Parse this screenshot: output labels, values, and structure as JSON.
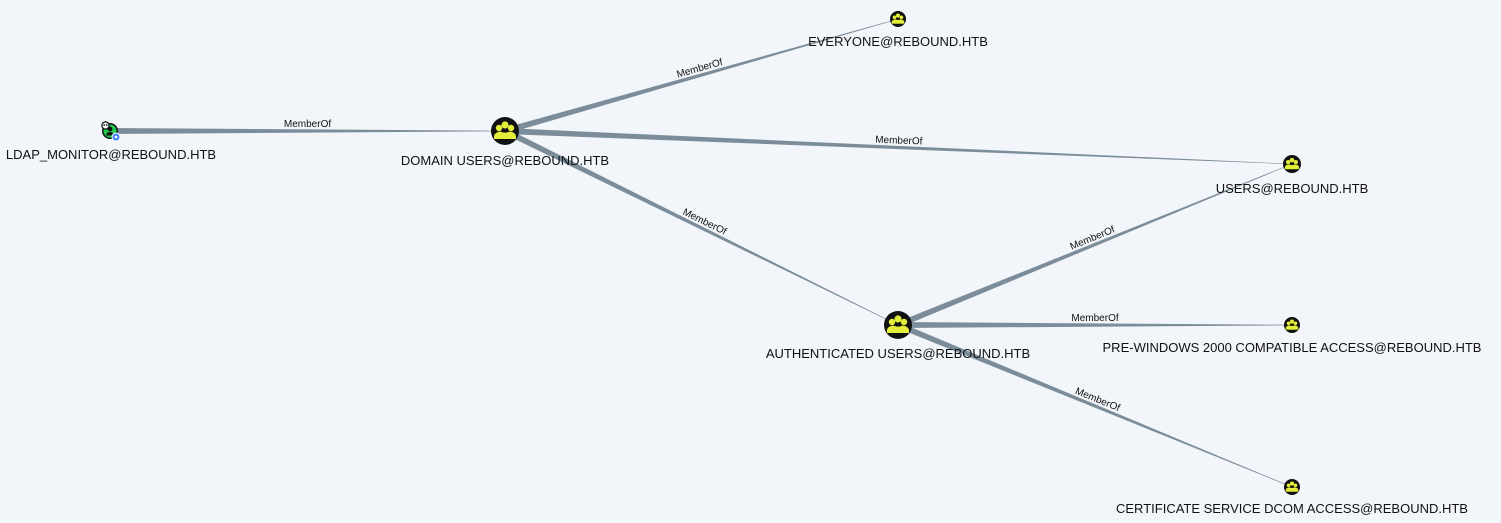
{
  "graph": {
    "colors": {
      "background": "#f2f5f9",
      "edge": "#7b8d9a",
      "group_fill": "#e3ee3a",
      "group_ring": "#111111",
      "user_fill": "#1fcc4e",
      "user_badge": "#3b82f6"
    },
    "nodes": [
      {
        "id": "ldap_monitor",
        "label": "LDAP_MONITOR@REBOUND.HTB",
        "kind": "user",
        "icon": "user-icon"
      },
      {
        "id": "domain_users",
        "label": "DOMAIN USERS@REBOUND.HTB",
        "kind": "group",
        "icon": "group-icon"
      },
      {
        "id": "everyone",
        "label": "EVERYONE@REBOUND.HTB",
        "kind": "group",
        "icon": "group-icon"
      },
      {
        "id": "users",
        "label": "USERS@REBOUND.HTB",
        "kind": "group",
        "icon": "group-icon"
      },
      {
        "id": "authenticated_users",
        "label": "AUTHENTICATED USERS@REBOUND.HTB",
        "kind": "group",
        "icon": "group-icon"
      },
      {
        "id": "pre_windows_2000",
        "label": "PRE-WINDOWS 2000 COMPATIBLE ACCESS@REBOUND.HTB",
        "kind": "group",
        "icon": "group-icon"
      },
      {
        "id": "cert_dcom",
        "label": "CERTIFICATE SERVICE DCOM ACCESS@REBOUND.HTB",
        "kind": "group",
        "icon": "group-icon"
      }
    ],
    "edges": [
      {
        "from": "ldap_monitor",
        "to": "domain_users",
        "label": "MemberOf"
      },
      {
        "from": "domain_users",
        "to": "everyone",
        "label": "MemberOf"
      },
      {
        "from": "domain_users",
        "to": "users",
        "label": "MemberOf"
      },
      {
        "from": "domain_users",
        "to": "authenticated_users",
        "label": "MemberOf"
      },
      {
        "from": "authenticated_users",
        "to": "users",
        "label": "MemberOf"
      },
      {
        "from": "authenticated_users",
        "to": "pre_windows_2000",
        "label": "MemberOf"
      },
      {
        "from": "authenticated_users",
        "to": "cert_dcom",
        "label": "MemberOf"
      }
    ]
  }
}
